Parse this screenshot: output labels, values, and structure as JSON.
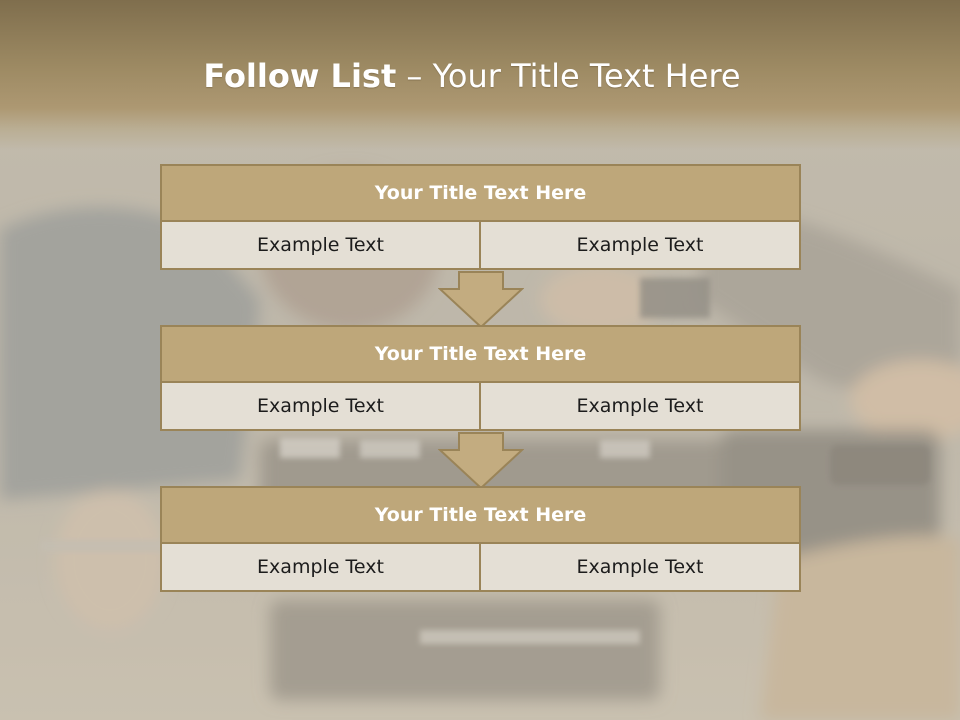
{
  "slide": {
    "title_bold": "Follow List",
    "title_rest": "– Your Title Text Here"
  },
  "steps": [
    {
      "title": "Your Title Text Here",
      "left_text": "Example Text",
      "right_text": "Example Text"
    },
    {
      "title": "Your Title Text Here",
      "left_text": "Example Text",
      "right_text": "Example Text"
    },
    {
      "title": "Your Title Text Here",
      "left_text": "Example Text",
      "right_text": "Example Text"
    }
  ],
  "colors": {
    "title_band": "#9d8a63",
    "block_title_fill": "#bea77a",
    "block_border": "#9a8458",
    "cell_fill": "#e4dfd5",
    "arrow_fill": "#c3ac80"
  }
}
